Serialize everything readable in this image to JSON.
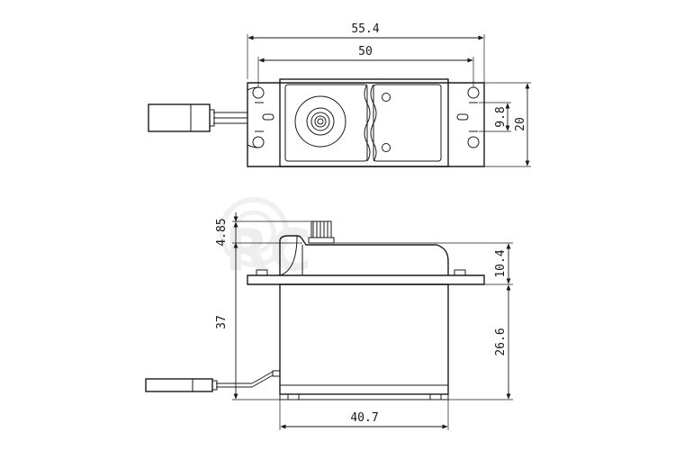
{
  "watermark": {
    "text": "RC"
  },
  "dimensions": {
    "top_total_width": "55.4",
    "top_hole_spacing": "50",
    "top_height": "20",
    "top_hole_gap": "9.8",
    "side_spline_height": "4.85",
    "side_upper_height": "10.4",
    "side_total_height": "37",
    "side_lower_height": "26.6",
    "side_body_width": "40.7"
  }
}
